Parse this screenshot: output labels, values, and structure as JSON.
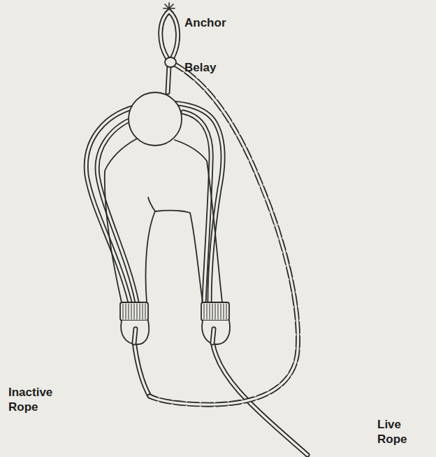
{
  "diagram": {
    "labels": [
      "Anchor",
      "Belay",
      "Inactive Rope",
      "Live Rope"
    ]
  }
}
